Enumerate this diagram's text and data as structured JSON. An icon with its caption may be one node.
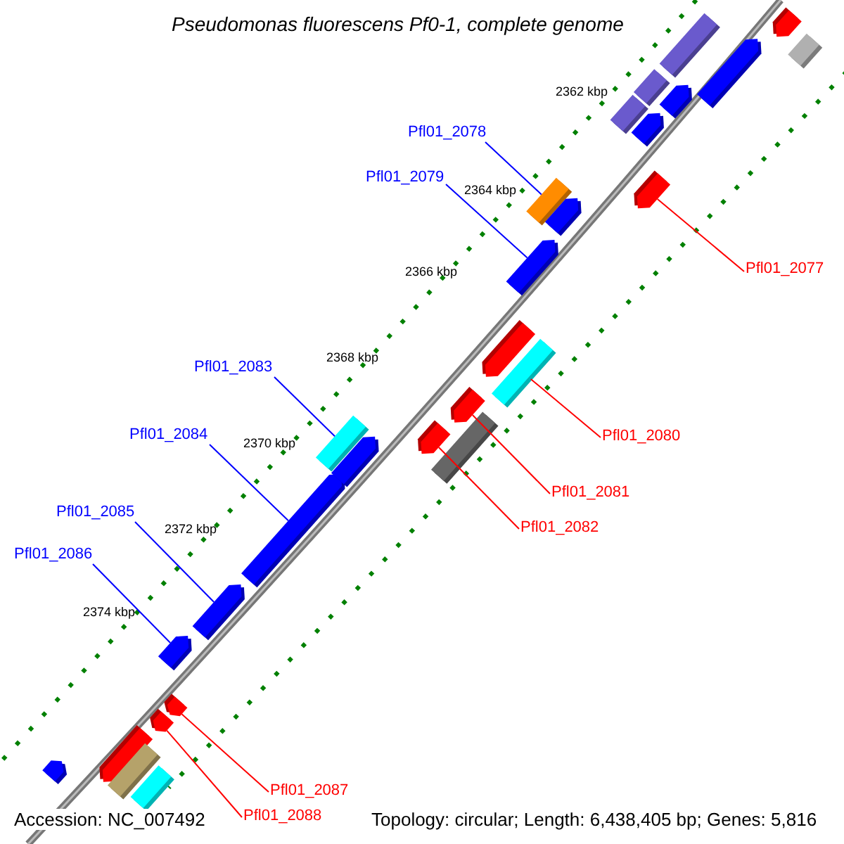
{
  "diagram": {
    "title": "Pseudomonas fluorescens Pf0-1, complete genome",
    "nodes": [
      {
        "text": [
          "Pfl01_2078"
        ]
      },
      {
        "text": [],
        "shape": "bar"
      },
      {
        "text": [
          "Pfl01_2079"
        ]
      },
      {
        "text": [],
        "shape": "bar"
      },
      {
        "text": [
          "Pfl01_2077"
        ]
      },
      {
        "text": [],
        "shape": "bar"
      },
      {
        "text": [
          "Pfl01_2080"
        ]
      },
      {
        "text": [],
        "shape": "bar"
      },
      {
        "text": [
          "Pfl01_2081"
        ]
      },
      {
        "text": [],
        "shape": "bar"
      },
      {
        "text": [
          "Pfl01_2082"
        ]
      },
      {
        "text": [],
        "shape": "bar"
      },
      {
        "text": [
          "Pfl01_2083"
        ]
      },
      {
        "text": [],
        "shape": "bar"
      },
      {
        "text": [
          "Pfl01_2084"
        ]
      },
      {
        "text": [],
        "shape": "bar"
      },
      {
        "text": [
          "Pfl01_2085"
        ]
      },
      {
        "text": [],
        "shape": "bar"
      },
      {
        "text": [
          "Pfl01_2086"
        ]
      },
      {
        "text": [],
        "shape": "bar"
      },
      {
        "text": [
          "Pfl01_2087"
        ]
      },
      {
        "text": [],
        "shape": "bar"
      },
      {
        "text": [
          "Pfl01_2088"
        ]
      },
      {
        "text": [],
        "shape": "bar"
      },
      {
        "text": [],
        "shape": "bar"
      },
      {
        "text": [],
        "shape": "bar"
      },
      {
        "text": [],
        "shape": "bar"
      },
      {
        "text": [],
        "shape": "bar"
      },
      {
        "text": [],
        "shape": "bar"
      },
      {
        "text": [],
        "shape": "bar"
      },
      {
        "text": [],
        "shape": "bar"
      },
      {
        "text": [],
        "shape": "bar"
      },
      {
        "text": [],
        "shape": "bar"
      },
      {
        "text": [],
        "shape": "bar"
      },
      {
        "text": [],
        "shape": "bar"
      },
      {
        "text": [],
        "shape": "bar"
      },
      {
        "text": [],
        "shape": "bar"
      },
      {
        "text": [],
        "shape": "bar"
      },
      {
        "text": [],
        "shape": "bar"
      },
      {
        "text": [],
        "shape": "bar"
      }
    ],
    "edges": [
      {
        "from": 0,
        "to": 1,
        "arrow": "none",
        "color": "#0000ff"
      },
      {
        "from": 2,
        "to": 3,
        "arrow": "none",
        "color": "#0000ff"
      },
      {
        "from": 4,
        "to": 5,
        "arrow": "none",
        "color": "#ff0000"
      },
      {
        "from": 6,
        "to": 7,
        "arrow": "none",
        "color": "#ff0000"
      },
      {
        "from": 8,
        "to": 9,
        "arrow": "none",
        "color": "#ff0000"
      },
      {
        "from": 10,
        "to": 11,
        "arrow": "none",
        "color": "#ff0000"
      },
      {
        "from": 12,
        "to": 13,
        "arrow": "none",
        "color": "#0000ff"
      },
      {
        "from": 14,
        "to": 15,
        "arrow": "none",
        "color": "#0000ff"
      },
      {
        "from": 16,
        "to": 17,
        "arrow": "none",
        "color": "#0000ff"
      },
      {
        "from": 18,
        "to": 19,
        "arrow": "none",
        "color": "#0000ff"
      },
      {
        "from": 20,
        "to": 21,
        "arrow": "none",
        "color": "#ff0000"
      },
      {
        "from": 22,
        "to": 23,
        "arrow": "none",
        "color": "#ff0000"
      }
    ],
    "labels": [
      "2362 kbp",
      "2364 kbp",
      "2366 kbp",
      "2368 kbp",
      "2370 kbp",
      "2372 kbp",
      "2374 kbp",
      "Accession: NC_007492",
      "Topology: circular; Length: 6,438,405 bp; Genes: 5,816"
    ]
  }
}
